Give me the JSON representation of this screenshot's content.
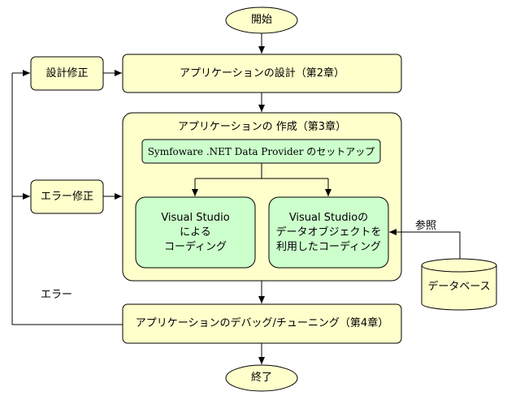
{
  "nodes": {
    "start": "開始",
    "design": "アプリケーションの設計（第2章）",
    "design_fix": "設計修正",
    "create": "アプリケーションの 作成（第3章）",
    "setup": "Symfoware .NET Data Provider のセットアップ",
    "coding_vs": "Visual Studio\nによる\nコーディング",
    "coding_data": "Visual Studioの\nデータオブジェクトを\n利用したコーディング",
    "error_fix": "エラー修正",
    "database": "データベース",
    "debug": "アプリケーションのデバッグ/チューニング（第4章）",
    "end": "終了"
  },
  "edge_labels": {
    "reference": "参照",
    "error": "エラー"
  },
  "colors": {
    "process_fill": "#ffffcc",
    "coding_fill": "#ccffcc",
    "stroke": "#000000"
  }
}
